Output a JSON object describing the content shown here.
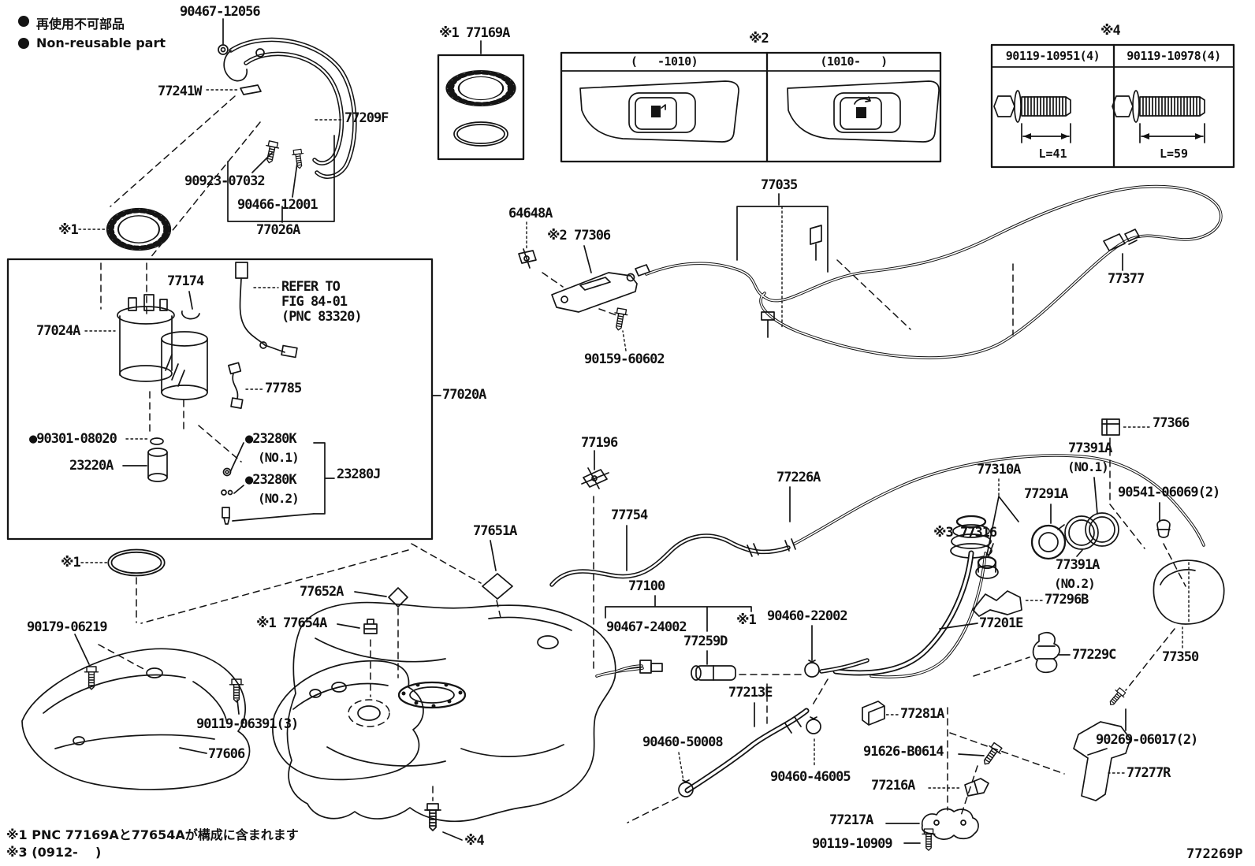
{
  "legend": {
    "jp": "再使用不可部品",
    "en": "Non-reusable part"
  },
  "insets": {
    "pump_ring_label": "※1 77169A",
    "lid_label": "※2",
    "lid_left_header": "(   -1010)",
    "lid_right_header": "(1010-   )",
    "bolts_label": "※4",
    "bolts_left_part": "90119-10951(4)",
    "bolts_right_part": "90119-10978(4)",
    "bolts_left_length": "L=41",
    "bolts_right_length": "L=59"
  },
  "callouts": {
    "k90467_12056": "90467-12056",
    "k77241w": "77241W",
    "k77209f": "77209F",
    "k90923_07032": "90923-07032",
    "k90466_12001": "90466-12001",
    "k77026a": "77026A",
    "ref1_top": "※1",
    "k77174": "77174",
    "k77024a": "77024A",
    "k77785": "77785",
    "k90301_08020": "●90301-08020",
    "k23220a": "23220A",
    "k23280k1": "●23280K",
    "k23280k1_no": "(NO.1)",
    "k23280k2": "●23280K",
    "k23280k2_no": "(NO.2)",
    "k23280j": "23280J",
    "ref1_oring": "※1",
    "k77035": "77035",
    "k64648a": "64648A",
    "k77306": "※2 77306",
    "k90159_60602": "90159-60602",
    "k77377": "77377",
    "k77020a": "77020A",
    "k77196": "77196",
    "k77226a": "77226A",
    "k77310a": "77310A",
    "k77291a": "77291A",
    "k77391a1": "77391A",
    "k77391a1_no": "(NO.1)",
    "k77366": "77366",
    "k90541_06069": "90541-06069(2)",
    "k77316": "※3 77316",
    "k77391a2": "77391A",
    "k77391a2_no": "(NO.2)",
    "k77296b": "77296B",
    "k77201e": "77201E",
    "k77754": "77754",
    "k77651a": "77651A",
    "k77652a": "77652A",
    "k77654a": "※1 77654A",
    "k77100": "77100",
    "k90467_24002": "90467-24002",
    "k77259d": "77259D",
    "ref1_mid": "※1",
    "k90460_22002": "90460-22002",
    "k90179_06219": "90179-06219",
    "k90119_06391": "90119-06391(3)",
    "k77606": "77606",
    "k77213e": "77213E",
    "k90460_50008": "90460-50008",
    "k90460_46005": "90460-46005",
    "k77281a": "77281A",
    "k91626_b0614": "91626-B0614",
    "k77216a": "77216A",
    "k77217a": "77217A",
    "k90119_10909": "90119-10909",
    "k77229c": "77229C",
    "k77350": "77350",
    "k90269_06017": "90269-06017(2)",
    "k77277r": "77277R",
    "ref4_bottom": "※4"
  },
  "refer_note": {
    "line1": "REFER TO",
    "line2": "FIG 84-01",
    "line3": "(PNC 83320)"
  },
  "footnotes": {
    "note1": "※1 PNC 77169Aと77654Aが構成に含まれます",
    "note3": "※3 (0912-    )"
  },
  "drawing_number": "772269P"
}
